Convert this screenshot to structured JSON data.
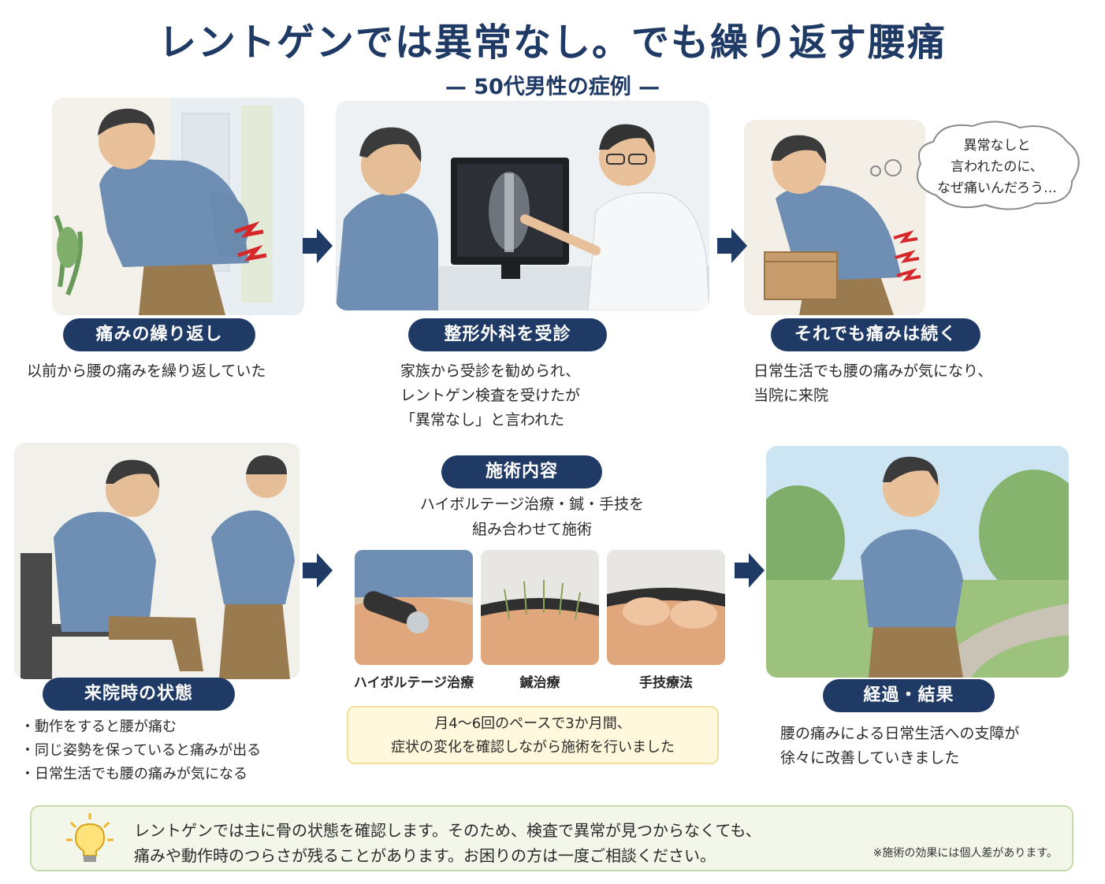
{
  "header": {
    "title": "レントゲンでは異常なし。でも繰り返す腰痛",
    "subtitle": "— 50代男性の症例 —"
  },
  "steps": [
    {
      "label": "痛みの繰り返し",
      "desc_lines": [
        "以前から腰の痛みを繰り返していた"
      ]
    },
    {
      "label": "整形外科を受診",
      "desc_lines": [
        "家族から受診を勧められ、",
        "レントゲン検査を受けたが",
        "「異常なし」と言われた"
      ]
    },
    {
      "label": "それでも痛みは続く",
      "desc_lines": [
        "日常生活でも腰の痛みが気になり、",
        "当院に来院"
      ]
    }
  ],
  "thought_bubble": [
    "異常なしと",
    "言われたのに、",
    "なぜ痛いんだろう…"
  ],
  "visit_state": {
    "label": "来院時の状態",
    "items": [
      "・動作をすると腰が痛む",
      "・同じ姿勢を保っていると痛みが出る",
      "・日常生活でも腰の痛みが気になる"
    ]
  },
  "treatment": {
    "label": "施術内容",
    "desc_lines": [
      "ハイボルテージ治療・鍼・手技を",
      "組み合わせて施術"
    ],
    "methods": [
      "ハイボルテージ治療",
      "鍼治療",
      "手技療法"
    ],
    "schedule_lines": [
      "月4〜6回のペースで3か月間、",
      "症状の変化を確認しながら施術を行いました"
    ]
  },
  "result": {
    "label": "経過・結果",
    "desc_lines": [
      "腰の痛みによる日常生活への支障が",
      "徐々に改善していきました"
    ]
  },
  "tips": {
    "lines": [
      "レントゲンでは主に骨の状態を確認します。そのため、検査で異常が見つからなくても、",
      "痛みや動作時のつらさが残ることがあります。お困りの方は一度ご相談ください。"
    ],
    "note": "※施術の効果には個人差があります。"
  },
  "colors": {
    "navy": "#1f3a64",
    "accent_red": "#d6282b",
    "tip_bg": "#f2f7e9",
    "schedule_bg": "#fff8dc"
  }
}
